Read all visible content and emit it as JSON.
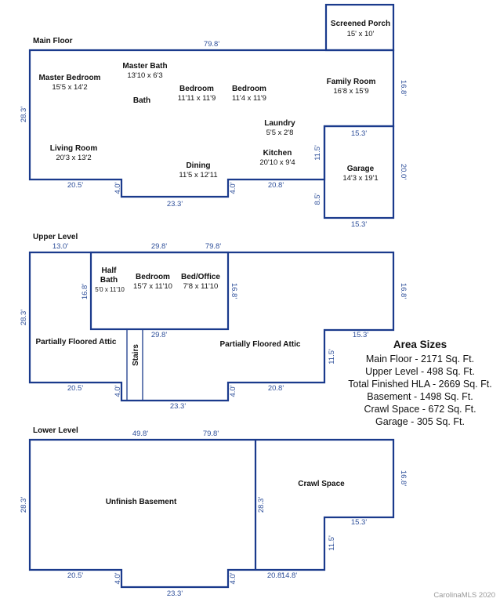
{
  "sections": {
    "main_floor": "Main Floor",
    "upper_level": "Upper Level",
    "lower_level": "Lower Level"
  },
  "main": {
    "screened_porch": {
      "name": "Screened Porch",
      "dim": "15' x 10'"
    },
    "master_bedroom": {
      "name": "Master Bedroom",
      "dim": "15'5 x 14'2"
    },
    "master_bath": {
      "name": "Master Bath",
      "dim": "13'10 x 6'3"
    },
    "bath": {
      "name": "Bath"
    },
    "bedroom_1": {
      "name": "Bedroom",
      "dim": "11'11 x 11'9"
    },
    "bedroom_2": {
      "name": "Bedroom",
      "dim": "11'4 x 11'9"
    },
    "family_room": {
      "name": "Family Room",
      "dim": "16'8 x 15'9"
    },
    "laundry": {
      "name": "Laundry",
      "dim": "5'5 x 2'8"
    },
    "living_room": {
      "name": "Living Room",
      "dim": "20'3 x 13'2"
    },
    "dining": {
      "name": "Dining",
      "dim": "11'5 x 12'11"
    },
    "kitchen": {
      "name": "Kitchen",
      "dim": "20'10 x 9'4"
    },
    "garage": {
      "name": "Garage",
      "dim": "14'3 x 19'1"
    },
    "dims": {
      "top_width": "79.8'",
      "left_height": "28.3'",
      "right_upper": "16.8'",
      "garage_top": "15.3'",
      "step_vertical": "11.5'",
      "garage_right": "20.0'",
      "garage_left": "8.5'",
      "garage_bottom": "15.3'",
      "bottom_left": "20.5'",
      "notch_left": "4.0'",
      "notch_bottom": "23.3'",
      "notch_right": "4.0'",
      "bottom_right": "20.8'"
    }
  },
  "upper": {
    "half_bath": {
      "name_line1": "Half",
      "name_line2": "Bath",
      "dim": "5'0 x 11'10"
    },
    "bedroom": {
      "name": "Bedroom",
      "dim": "15'7 x 11'10"
    },
    "bed_office": {
      "name": "Bed/Office",
      "dim": "7'8 x 11'10"
    },
    "attic_left": {
      "name": "Partially Floored Attic"
    },
    "attic_right": {
      "name": "Partially Floored Attic"
    },
    "stairs": {
      "name": "Stairs"
    },
    "dims": {
      "left_top": "13.0'",
      "inner_top": "29.8'",
      "top_width": "79.8'",
      "left_height": "28.3'",
      "inner_left": "16.8'",
      "inner_right": "16.8'",
      "right_upper": "16.8'",
      "inner_bottom": "29.8'",
      "step_top": "15.3'",
      "step_vertical": "11.5'",
      "bottom_left": "20.5'",
      "notch_left": "4.0'",
      "notch_bottom": "23.3'",
      "notch_right": "4.0'",
      "bottom_right": "20.8'"
    }
  },
  "lower": {
    "unfinish_basement": {
      "name": "Unfinish Basement"
    },
    "crawl_space": {
      "name": "Crawl Space"
    },
    "dims": {
      "top_left": "49.8'",
      "top_width": "79.8'",
      "left_height": "28.3'",
      "divider": "28.3'",
      "right_upper": "16.8'",
      "step_top": "15.3'",
      "step_vertical": "11.5'",
      "bottom_left": "20.5'",
      "notch_left": "4.0'",
      "notch_bottom": "23.3'",
      "notch_right": "4.0'",
      "bottom_right": "20.8'",
      "bottom_crawl": "14.8'"
    }
  },
  "area_sizes": {
    "title": "Area Sizes",
    "items": [
      "Main Floor - 2171 Sq. Ft.",
      "Upper Level - 498 Sq. Ft.",
      "Total Finished HLA - 2669 Sq. Ft.",
      "Basement - 1498 Sq. Ft.",
      "Crawl Space - 672 Sq. Ft.",
      "Garage - 305 Sq. Ft."
    ]
  },
  "footer": "CarolinaMLS 2020",
  "colors": {
    "wall": "#1a3a8c",
    "dimension": "#2e4f9a",
    "text": "#111111"
  }
}
